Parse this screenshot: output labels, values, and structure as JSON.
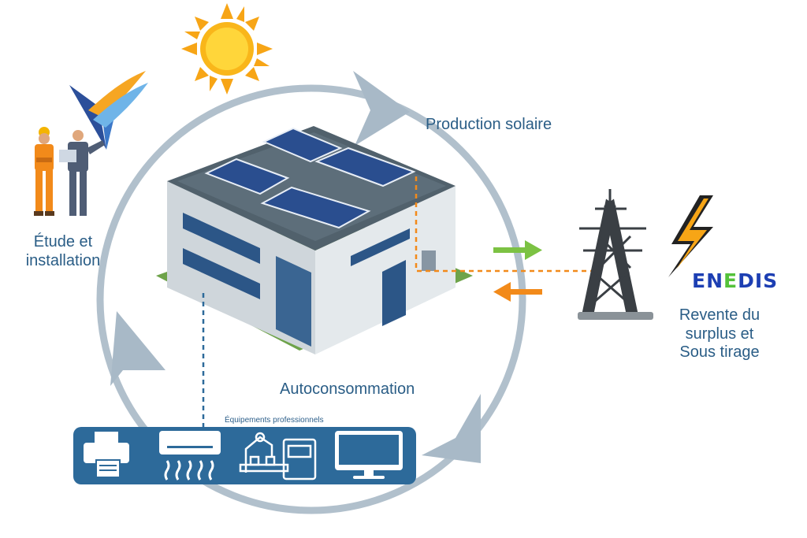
{
  "labels": {
    "production": "Production solaire",
    "etude_line1": "Étude et",
    "etude_line2": "installation",
    "autoconsommation": "Autoconsommation",
    "revente_line1": "Revente du",
    "revente_line2": "surplus et",
    "revente_line3": "Sous tirage",
    "equipements": "Équipements professionnels"
  },
  "logo": {
    "enedis_part1": "EN",
    "enedis_part2": "E",
    "enedis_part3": "DIS"
  },
  "equipment_icons": [
    "printer-icon",
    "air-conditioner-icon",
    "industrial-robot-icon",
    "computer-monitor-icon"
  ],
  "colors": {
    "label_text": "#2a5d86",
    "cycle_arrows": "#a8b9c7",
    "export_arrow": "#7cc243",
    "import_arrow": "#f28a1a",
    "grid_link_dashed": "#f28a1a",
    "equipment_panel": "#2d6a9a",
    "sun": "#f9b61a",
    "enedis_blue": "#1d3fb3",
    "enedis_green": "#54c23a"
  }
}
